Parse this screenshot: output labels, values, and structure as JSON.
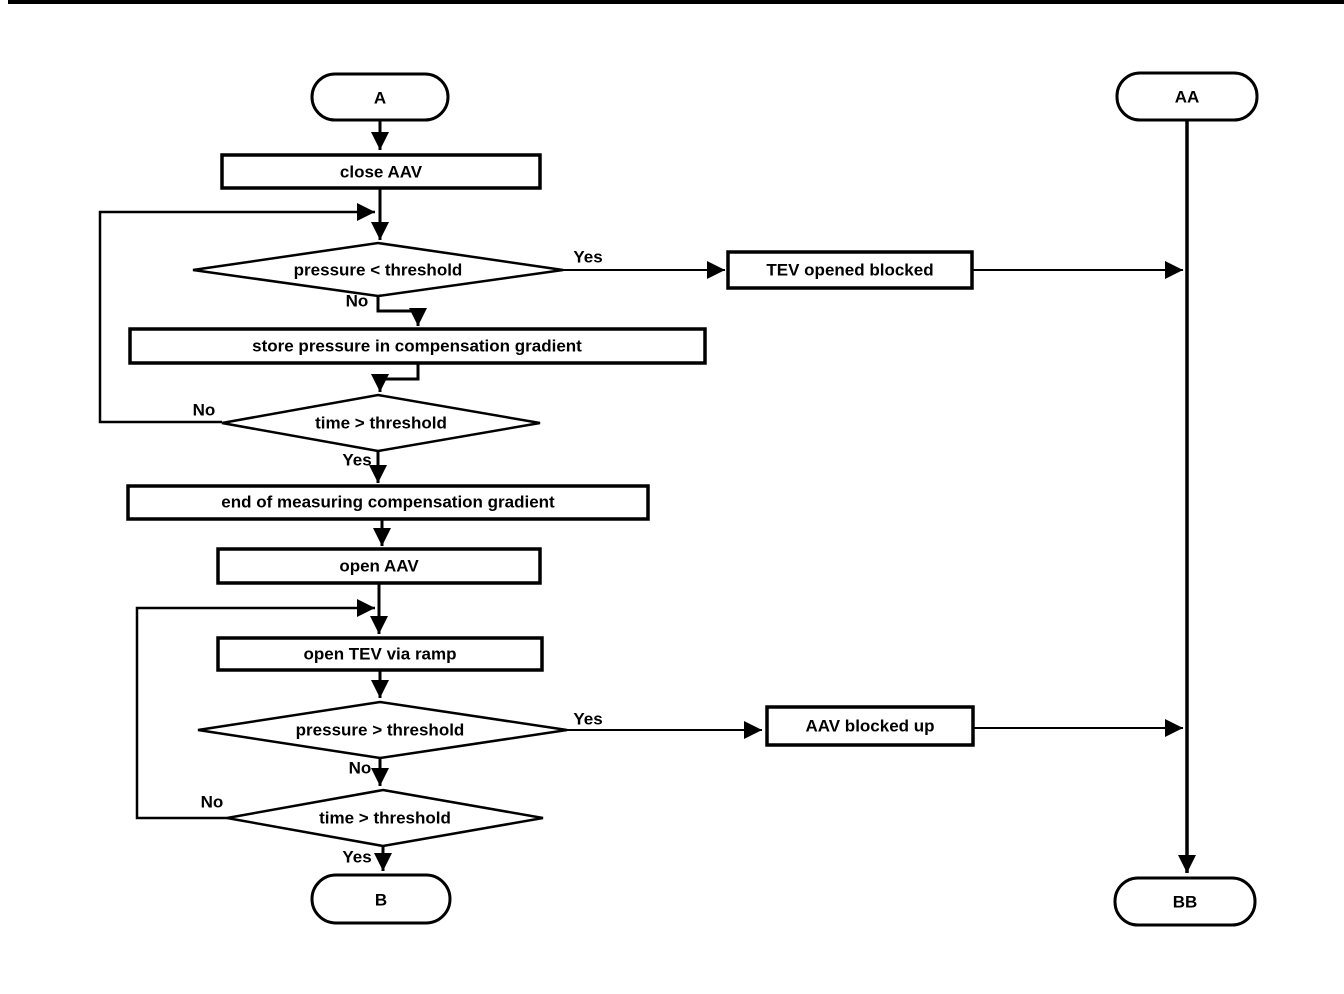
{
  "diagram": {
    "title": "flowchart",
    "colors": {
      "background": "#ffffff",
      "ink": "#000000"
    },
    "nodes": {
      "terminal_a": "A",
      "terminal_aa": "AA",
      "terminal_b": "B",
      "terminal_bb": "BB",
      "close_aav": "close AAV",
      "pressure_lt_threshold": "pressure < threshold",
      "tev_opened_blocked": "TEV opened blocked",
      "store_pressure": "store pressure in compensation gradient",
      "time_gt_threshold_1": "time > threshold",
      "end_of_measuring": "end of measuring compensation gradient",
      "open_aav": "open AAV",
      "open_tev_via_ramp": "open TEV via ramp",
      "pressure_gt_threshold": "pressure > threshold",
      "aav_blocked_up": "AAV blocked up",
      "time_gt_threshold_2": "time > threshold"
    },
    "edge_labels": {
      "pressure_lt_yes": "Yes",
      "pressure_lt_no": "No",
      "time1_no": "No",
      "time1_yes": "Yes",
      "pressure_gt_yes": "Yes",
      "pressure_gt_no": "No",
      "time2_no": "No",
      "time2_yes": "Yes"
    }
  }
}
